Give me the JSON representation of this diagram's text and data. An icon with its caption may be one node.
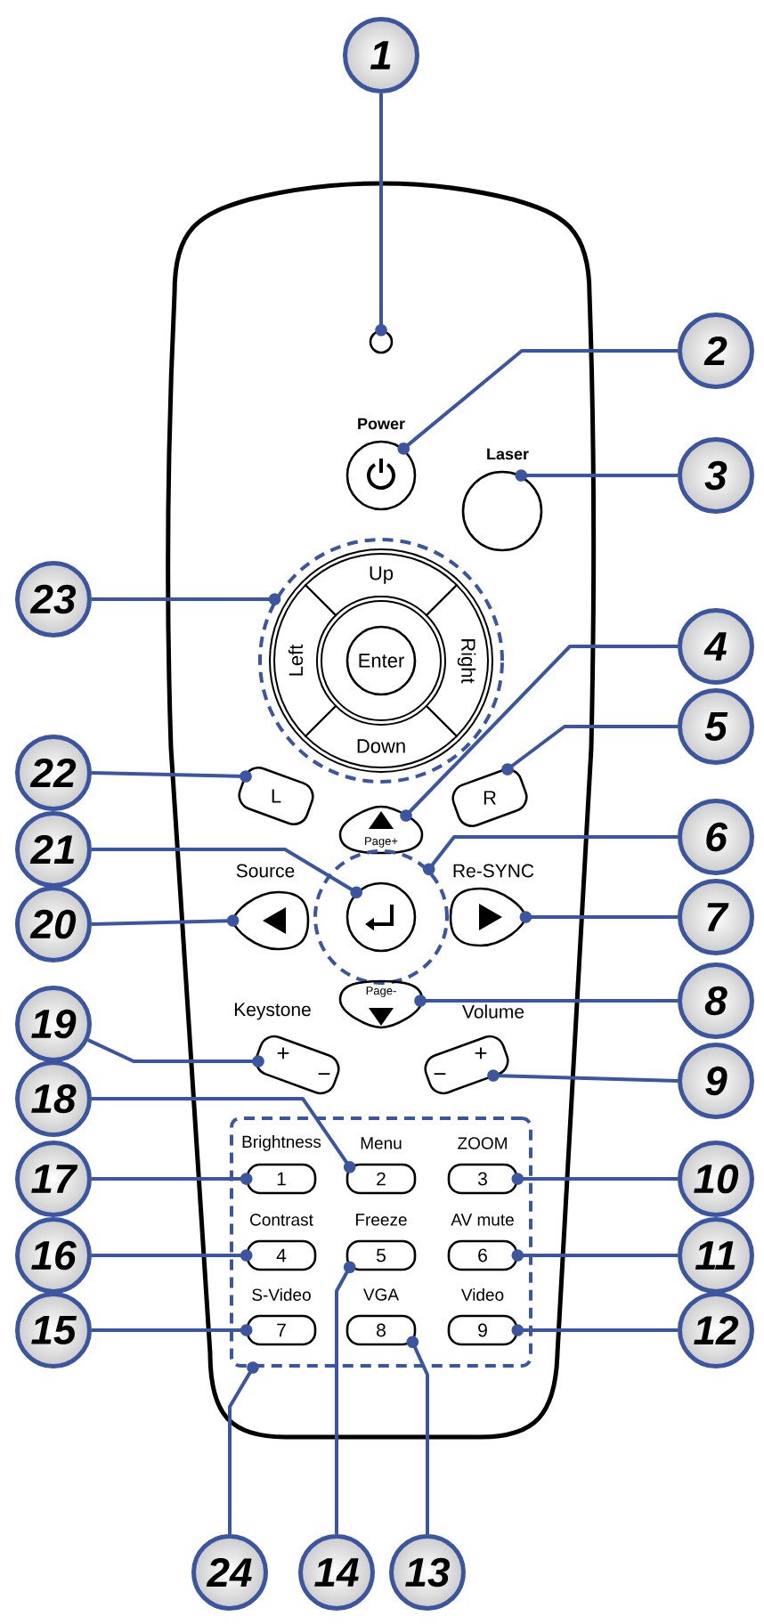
{
  "diagram": {
    "nodes": [
      {
        "text": [
          "1"
        ]
      },
      {
        "text": [
          "2"
        ]
      },
      {
        "text": [
          "3"
        ]
      },
      {
        "text": [
          "4"
        ]
      },
      {
        "text": [
          "5"
        ]
      },
      {
        "text": [
          "6"
        ]
      },
      {
        "text": [
          "7"
        ]
      },
      {
        "text": [
          "8"
        ]
      },
      {
        "text": [
          "9"
        ]
      },
      {
        "text": [
          "10"
        ]
      },
      {
        "text": [
          "11"
        ]
      },
      {
        "text": [
          "12"
        ]
      },
      {
        "text": [
          "13"
        ]
      },
      {
        "text": [
          "14"
        ]
      },
      {
        "text": [
          "15"
        ]
      },
      {
        "text": [
          "16"
        ]
      },
      {
        "text": [
          "17"
        ]
      },
      {
        "text": [
          "18"
        ]
      },
      {
        "text": [
          "19"
        ]
      },
      {
        "text": [
          "20"
        ]
      },
      {
        "text": [
          "21"
        ]
      },
      {
        "text": [
          "22"
        ]
      },
      {
        "text": [
          "23"
        ]
      },
      {
        "text": [
          "24"
        ]
      },
      {
        "text": [],
        "shape": "circle"
      },
      {
        "text": [],
        "shape": "circle",
        "beside": [
          "Power"
        ]
      },
      {
        "text": [],
        "shape": "circle",
        "beside": [
          "Laser"
        ]
      },
      {
        "text": [],
        "shape": "circle"
      },
      {
        "text": [
          "Up"
        ],
        "in": 27
      },
      {
        "text": [
          "Left"
        ],
        "in": 27
      },
      {
        "text": [
          "Enter"
        ],
        "in": 27
      },
      {
        "text": [
          "Right"
        ],
        "in": 27
      },
      {
        "text": [
          "Down"
        ],
        "in": 27
      },
      {
        "text": [
          "L"
        ]
      },
      {
        "text": [
          "R"
        ]
      },
      {
        "text": [
          "Page+"
        ]
      },
      {
        "text": [],
        "shape": "teardrop",
        "beside": [
          "Source"
        ]
      },
      {
        "text": [],
        "shape": "circle"
      },
      {
        "text": [],
        "shape": "circle",
        "in": 37
      },
      {
        "text": [],
        "shape": "teardrop",
        "beside": [
          "Re-SYNC"
        ]
      },
      {
        "text": [
          "Page-"
        ]
      },
      {
        "text": [
          "+",
          "−"
        ],
        "beside": [
          "Keystone"
        ]
      },
      {
        "text": [
          "+",
          "−"
        ],
        "beside": [
          "Volume"
        ]
      },
      {
        "text": [],
        "shape": "box"
      },
      {
        "text": [
          "1"
        ],
        "in": 43,
        "beside": [
          "Brightness"
        ]
      },
      {
        "text": [
          "2"
        ],
        "in": 43,
        "beside": [
          "Menu"
        ]
      },
      {
        "text": [
          "3"
        ],
        "in": 43,
        "beside": [
          "ZOOM"
        ]
      },
      {
        "text": [
          "4"
        ],
        "in": 43,
        "beside": [
          "Contrast"
        ]
      },
      {
        "text": [
          "5"
        ],
        "in": 43,
        "beside": [
          "Freeze"
        ]
      },
      {
        "text": [
          "6"
        ],
        "in": 43,
        "beside": [
          "AV mute"
        ]
      },
      {
        "text": [
          "7"
        ],
        "in": 43,
        "beside": [
          "S-Video"
        ]
      },
      {
        "text": [
          "8"
        ],
        "in": 43,
        "beside": [
          "VGA"
        ]
      },
      {
        "text": [
          "9"
        ],
        "in": 43,
        "beside": [
          "Video"
        ]
      }
    ],
    "edges": [
      {
        "from": 0,
        "to": 24,
        "arrow": "other"
      },
      {
        "from": 1,
        "to": 25,
        "arrow": "other"
      },
      {
        "from": 2,
        "to": 26,
        "arrow": "other"
      },
      {
        "from": 3,
        "to": 35,
        "arrow": "other"
      },
      {
        "from": 4,
        "to": 34,
        "arrow": "other"
      },
      {
        "from": 5,
        "to": 37,
        "arrow": "other"
      },
      {
        "from": 6,
        "to": 39,
        "arrow": "other"
      },
      {
        "from": 7,
        "to": 40,
        "arrow": "other"
      },
      {
        "from": 8,
        "to": 42,
        "arrow": "other"
      },
      {
        "from": 9,
        "to": 46,
        "arrow": "other"
      },
      {
        "from": 10,
        "to": 49,
        "arrow": "other"
      },
      {
        "from": 11,
        "to": 52,
        "arrow": "other"
      },
      {
        "from": 12,
        "to": 51,
        "arrow": "other"
      },
      {
        "from": 13,
        "to": 48,
        "arrow": "other"
      },
      {
        "from": 14,
        "to": 50,
        "arrow": "other"
      },
      {
        "from": 15,
        "to": 47,
        "arrow": "other"
      },
      {
        "from": 16,
        "to": 44,
        "arrow": "other"
      },
      {
        "from": 17,
        "to": 45,
        "arrow": "other"
      },
      {
        "from": 18,
        "to": 41,
        "arrow": "other"
      },
      {
        "from": 19,
        "to": 36,
        "arrow": "other"
      },
      {
        "from": 20,
        "to": 38,
        "arrow": "other"
      },
      {
        "from": 21,
        "to": 33,
        "arrow": "other"
      },
      {
        "from": 22,
        "to": 27,
        "arrow": "other"
      },
      {
        "from": 23,
        "to": 43,
        "arrow": "other"
      }
    ]
  }
}
